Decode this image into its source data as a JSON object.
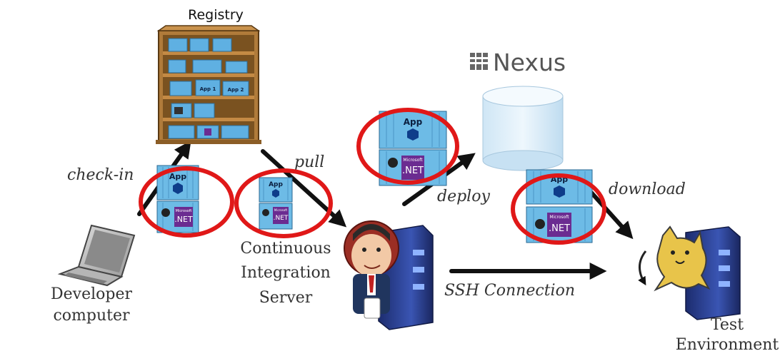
{
  "nodes": {
    "registry": {
      "label": "Registry"
    },
    "nexus": {
      "label": "Nexus"
    },
    "developer": {
      "line1": "Developer",
      "line2": "computer"
    },
    "ci_server": {
      "line1": "Continuous",
      "line2": "Integration",
      "line3": "Server"
    },
    "test_env": {
      "line1": "Test",
      "line2": "Environment"
    }
  },
  "edges": {
    "check_in": "check-in",
    "pull": "pull",
    "deploy": "deploy",
    "download": "download",
    "ssh": "SSH Connection"
  },
  "container": {
    "top_label": "App",
    "bottom_label": ".NET",
    "bottom_small": "Microsoft"
  },
  "shelf_boxes": {
    "app1": "App 1",
    "app2": "App 2"
  },
  "colors": {
    "highlight": "#e01818",
    "container_blue": "#6dbbe6",
    "dotnet_purple": "#6b2c91",
    "arrow": "#111111"
  },
  "icons": {
    "registry": "bookshelf-icon",
    "nexus": "database-cylinder-icon",
    "developer": "laptop-icon",
    "ci_server": "jenkins-server-icon",
    "test_env": "tomcat-server-icon",
    "container": "docker-container-icon"
  }
}
